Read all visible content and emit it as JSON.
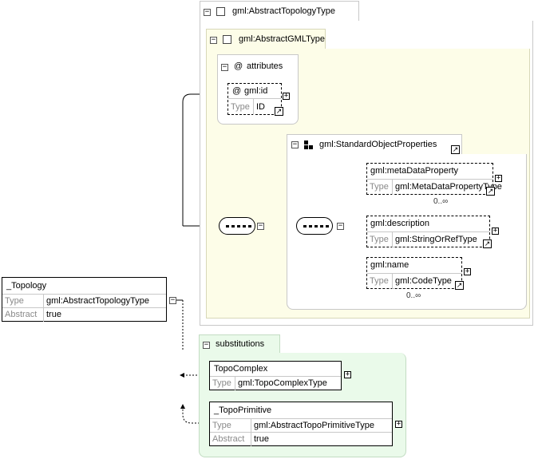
{
  "complex_type": {
    "name": "gml:AbstractTopologyType"
  },
  "base_type": {
    "name": "gml:AbstractGMLType"
  },
  "attributes": {
    "label": "attributes",
    "at_symbol": "@",
    "gml_id": {
      "at_symbol": "@",
      "name": "gml:id",
      "type_key": "Type",
      "type_value": "ID"
    }
  },
  "group": {
    "name": "gml:StandardObjectProperties"
  },
  "elements": {
    "meta": {
      "name": "gml:metaDataProperty",
      "type_key": "Type",
      "type_value": "gml:MetaDataPropertyType",
      "occurrence": "0..∞"
    },
    "description": {
      "name": "gml:description",
      "type_key": "Type",
      "type_value": "gml:StringOrRefType"
    },
    "name": {
      "name": "gml:name",
      "type_key": "Type",
      "type_value": "gml:CodeType",
      "occurrence": "0..∞"
    }
  },
  "topology": {
    "name": "_Topology",
    "type_key": "Type",
    "type_value": "gml:AbstractTopologyType",
    "abstract_key": "Abstract",
    "abstract_value": "true"
  },
  "substitutions": {
    "label": "substitutions",
    "topo_complex": {
      "name": "TopoComplex",
      "type_key": "Type",
      "type_value": "gml:TopoComplexType"
    },
    "topo_primitive": {
      "name": "_TopoPrimitive",
      "type_key": "Type",
      "type_value": "gml:AbstractTopoPrimitiveType",
      "abstract_key": "Abstract",
      "abstract_value": "true"
    }
  },
  "glyphs": {
    "minus": "−",
    "plus": "+",
    "arrow": "↗"
  },
  "colors": {
    "yellow_panel": "#fdfde8",
    "green_panel": "#eafaea",
    "gray_border": "#c8c8c8"
  }
}
